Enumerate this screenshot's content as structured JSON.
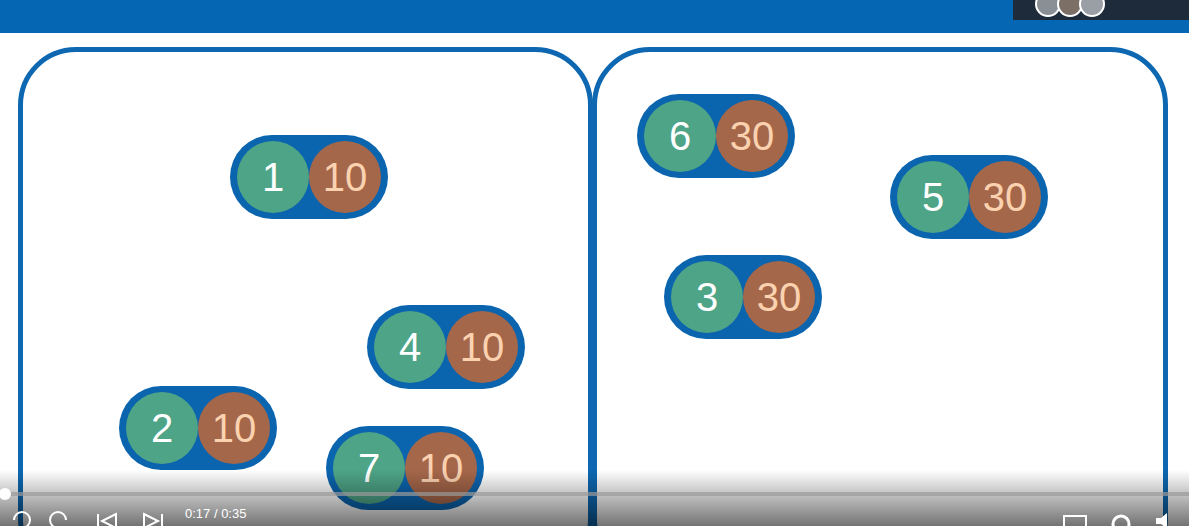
{
  "diagram": {
    "nodes": [
      {
        "text": []
      },
      {
        "text": [
          "1",
          "10"
        ],
        "in": 0
      },
      {
        "text": [
          "4",
          "10"
        ],
        "in": 0
      },
      {
        "text": [
          "2",
          "10"
        ],
        "in": 0
      },
      {
        "text": [
          "7",
          "10"
        ],
        "in": 0
      },
      {
        "text": []
      },
      {
        "text": [
          "6",
          "30"
        ],
        "in": 5
      },
      {
        "text": [
          "5",
          "30"
        ],
        "in": 5
      },
      {
        "text": [
          "3",
          "30"
        ],
        "in": 5
      }
    ],
    "labels": [
      "0:17 / 0:35"
    ]
  }
}
